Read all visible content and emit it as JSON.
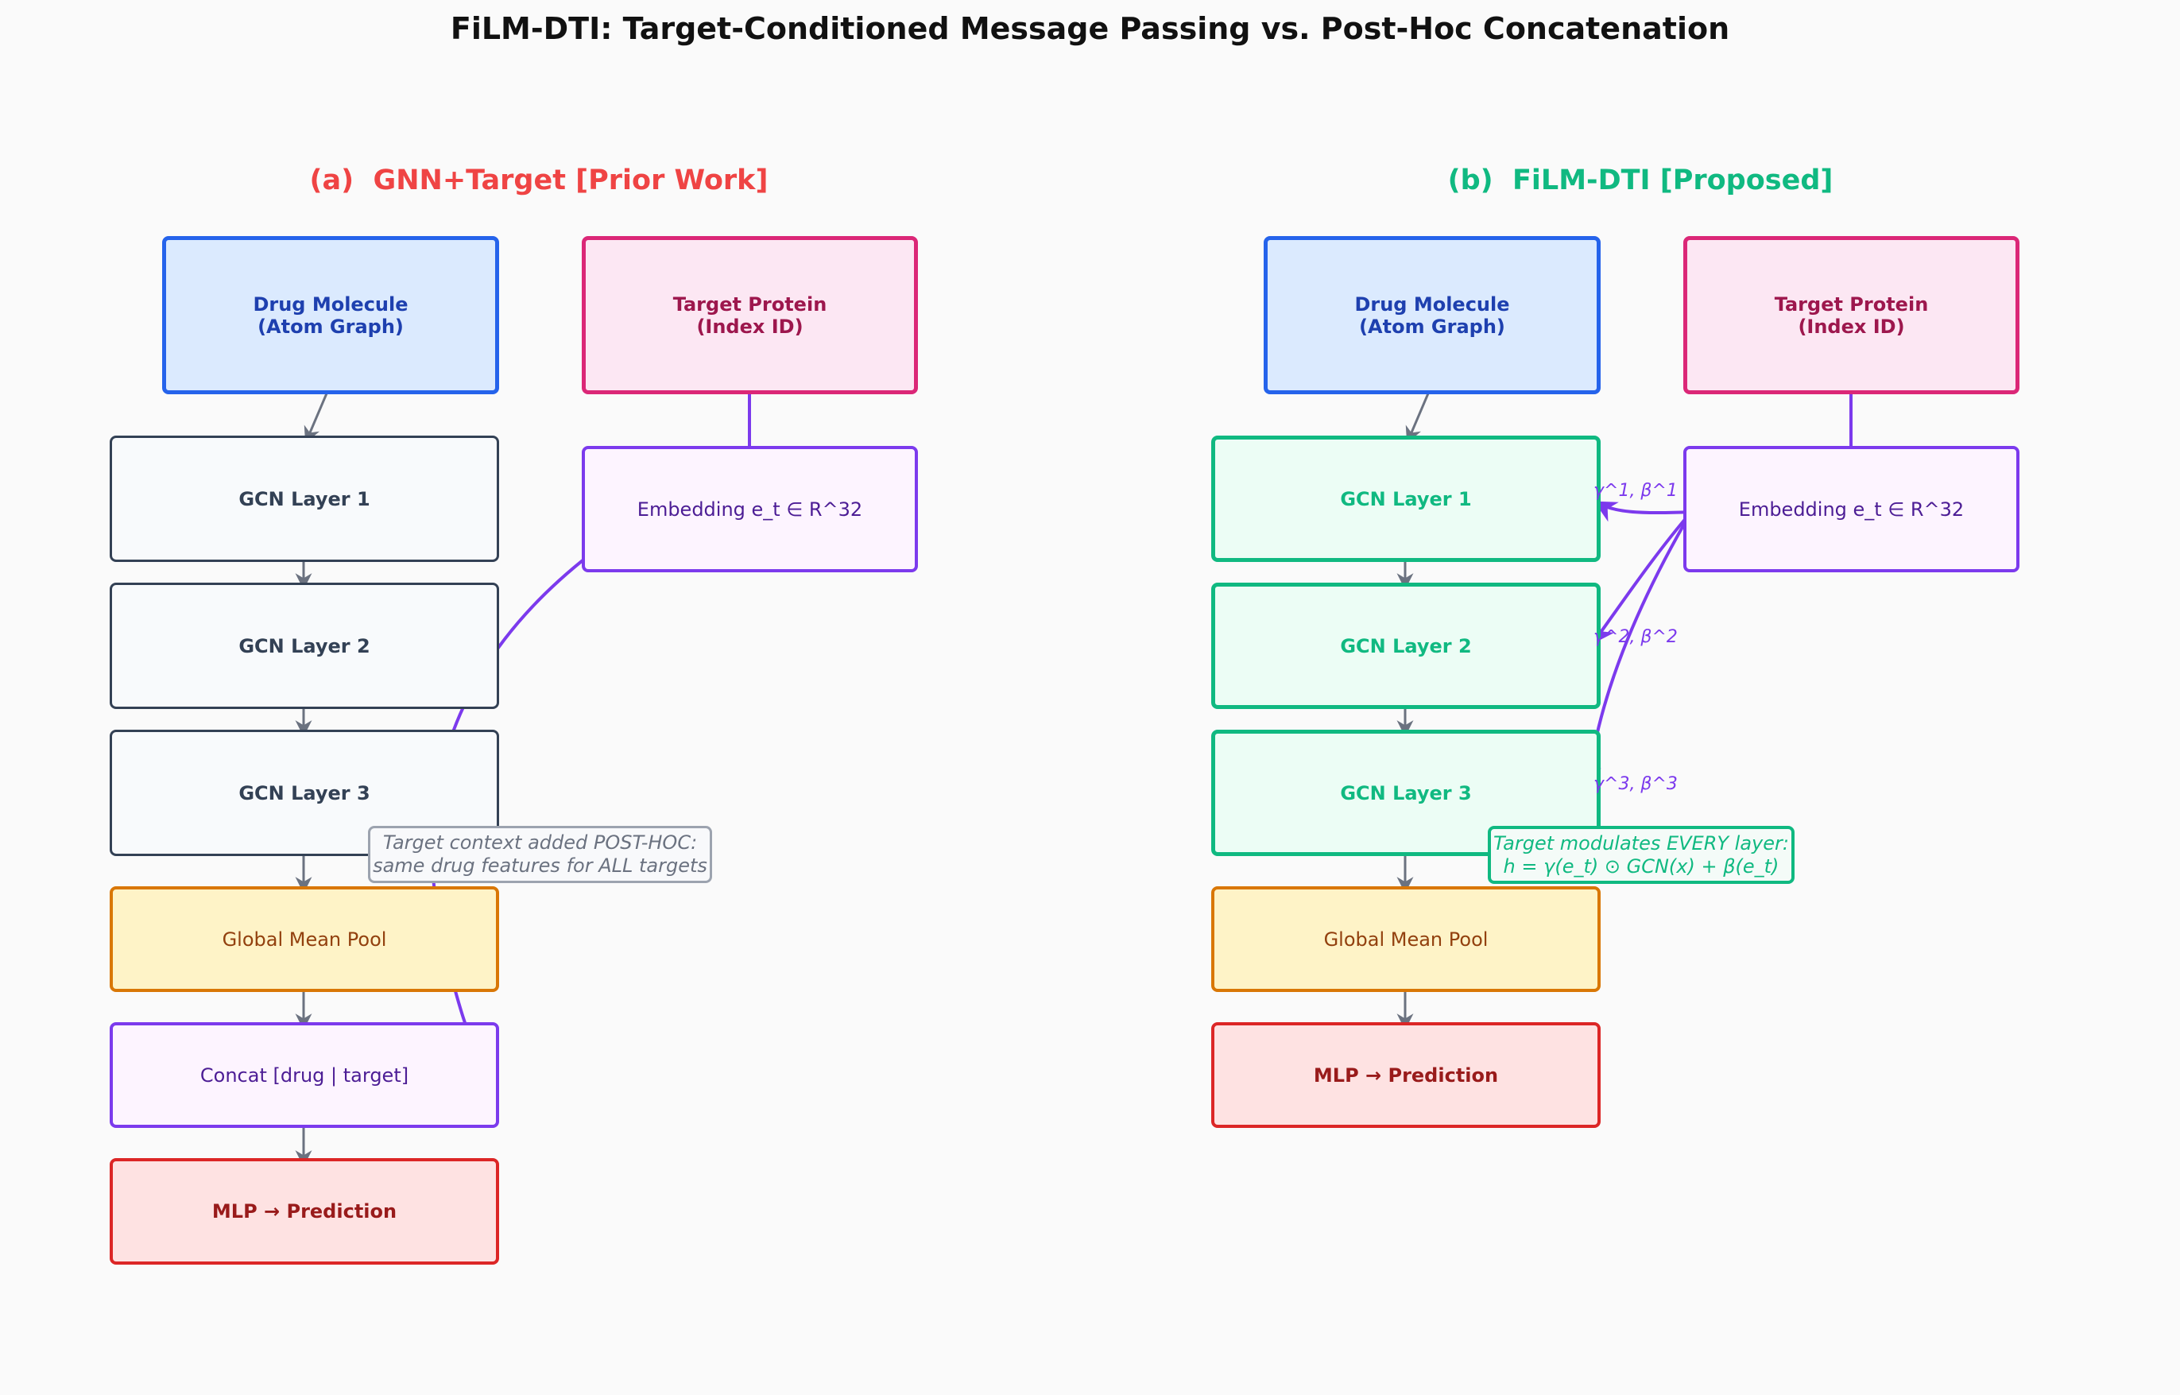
{
  "title": "FiLM-DTI: Target-Conditioned Message Passing vs. Post-Hoc Concatenation",
  "panel_a": {
    "title": "(a)  GNN+Target [Prior Work]",
    "drug": "Drug Molecule\n(Atom Graph)",
    "target": "Target Protein\n(Index ID)",
    "embedding": "Embedding e_t ∈ R^32",
    "gcn1": "GCN Layer 1",
    "gcn2": "GCN Layer 2",
    "gcn3": "GCN Layer 3",
    "pool": "Global Mean Pool",
    "concat": "Concat [drug | target]",
    "mlp": "MLP → Prediction",
    "note": "Target context added POST-HOC:\nsame drug features for ALL targets"
  },
  "panel_b": {
    "title": "(b)  FiLM-DTI [Proposed]",
    "drug": "Drug Molecule\n(Atom Graph)",
    "target": "Target Protein\n(Index ID)",
    "embedding": "Embedding e_t ∈ R^32",
    "gcn1": "GCN Layer 1",
    "gcn2": "GCN Layer 2",
    "gcn3": "GCN Layer 3",
    "pool": "Global Mean Pool",
    "mlp": "MLP → Prediction",
    "film1": "γ^1, β^1",
    "film2": "γ^2, β^2",
    "film3": "γ^3, β^3",
    "note": "Target modulates EVERY layer:\nh = γ(e_t) ⊙ GCN(x) + β(e_t)"
  },
  "colors": {
    "prior_title": "#ef4444",
    "proposed_title": "#10b981",
    "arrow_gray": "#6b7280",
    "arrow_purple": "#7c3aed"
  }
}
